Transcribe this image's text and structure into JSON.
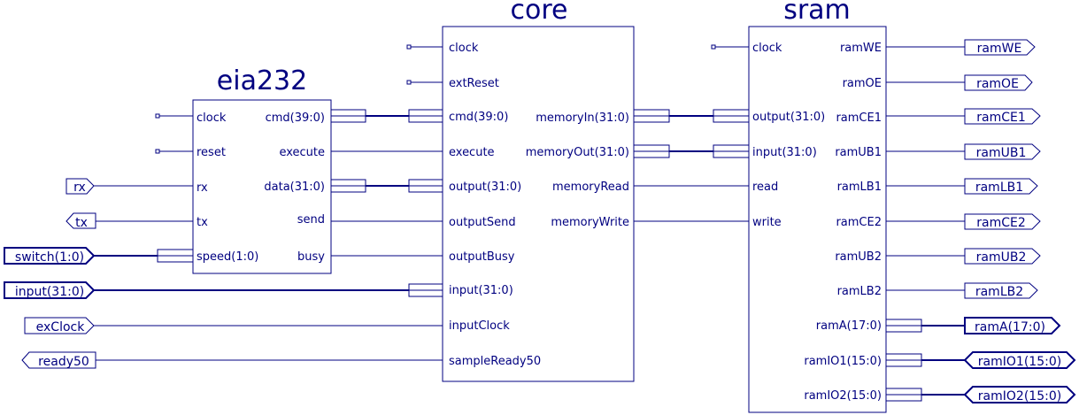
{
  "blocks": {
    "eia232": {
      "title": "eia232",
      "inputs": [
        "clock",
        "reset",
        "rx",
        "tx",
        "speed(1:0)"
      ],
      "outputs": [
        "cmd(39:0)",
        "execute",
        "data(31:0)",
        "send",
        "busy"
      ]
    },
    "core": {
      "title": "core",
      "inputs": [
        "clock",
        "extReset",
        "cmd(39:0)",
        "execute",
        "output(31:0)",
        "outputSend",
        "outputBusy",
        "input(31:0)",
        "inputClock",
        "sampleReady50"
      ],
      "outputs": [
        "memoryIn(31:0)",
        "memoryOut(31:0)",
        "memoryRead",
        "memoryWrite"
      ]
    },
    "sram": {
      "title": "sram",
      "inputs": [
        "clock",
        "output(31:0)",
        "input(31:0)",
        "read",
        "write"
      ],
      "outputs": [
        "ramWE",
        "ramOE",
        "ramCE1",
        "ramUB1",
        "ramLB1",
        "ramCE2",
        "ramUB2",
        "ramLB2",
        "ramA(17:0)",
        "ramIO1(15:0)",
        "ramIO2(15:0)"
      ]
    }
  },
  "left_ports": [
    "rx",
    "tx",
    "switch(1:0)",
    "input(31:0)",
    "exClock",
    "ready50"
  ],
  "right_ports": [
    "ramWE",
    "ramOE",
    "ramCE1",
    "ramUB1",
    "ramLB1",
    "ramCE2",
    "ramUB2",
    "ramLB2",
    "ramA(17:0)",
    "ramIO1(15:0)",
    "ramIO2(15:0)"
  ],
  "colors": {
    "stroke": "#000080",
    "fill": "#ffffff"
  }
}
